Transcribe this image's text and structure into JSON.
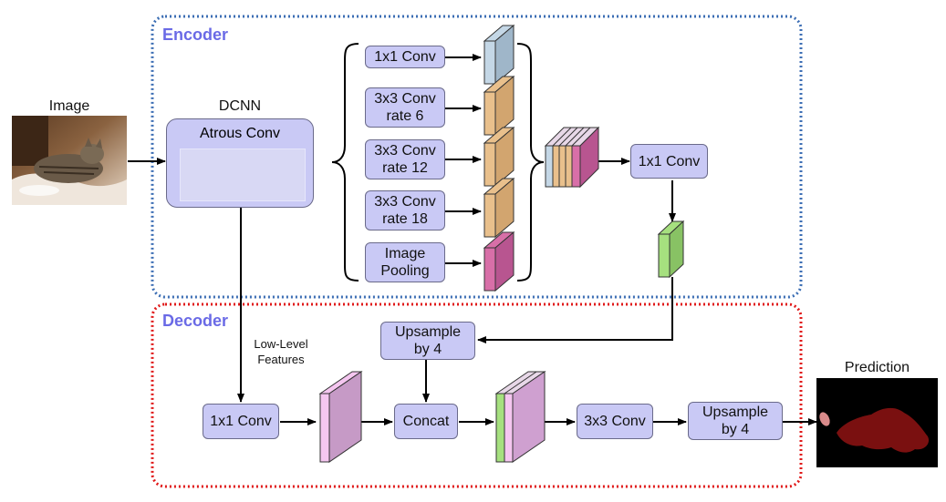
{
  "regions": {
    "encoder_title": "Encoder",
    "decoder_title": "Decoder",
    "encoder_color": "#3c6eb4",
    "decoder_color": "#e01919",
    "title_color": "#6a6ae6"
  },
  "input": {
    "label": "Image"
  },
  "dcnn": {
    "label": "DCNN",
    "atrous_label": "Atrous Conv"
  },
  "aspp": {
    "conv1x1": "1x1 Conv",
    "conv_rate6": "3x3 Conv\nrate 6",
    "conv_rate12": "3x3 Conv\nrate 12",
    "conv_rate18": "3x3 Conv\nrate 18",
    "image_pooling": "Image\nPooling"
  },
  "encoder_conv1x1": "1x1 Conv",
  "decoder": {
    "low_level_label": "Low-Level\nFeatures",
    "conv1x1": "1x1 Conv",
    "upsample_top": "Upsample\nby 4",
    "concat": "Concat",
    "conv3x3": "3x3 Conv",
    "upsample_final": "Upsample\nby 4"
  },
  "output": {
    "label": "Prediction"
  },
  "feature_colors": {
    "blue": "#c4d7e6",
    "orange": "#e9c08c",
    "pink": "#d86fa8",
    "green": "#a6e07f",
    "lilac": "#cfa0d0",
    "light_pink": "#f5c6f0"
  }
}
